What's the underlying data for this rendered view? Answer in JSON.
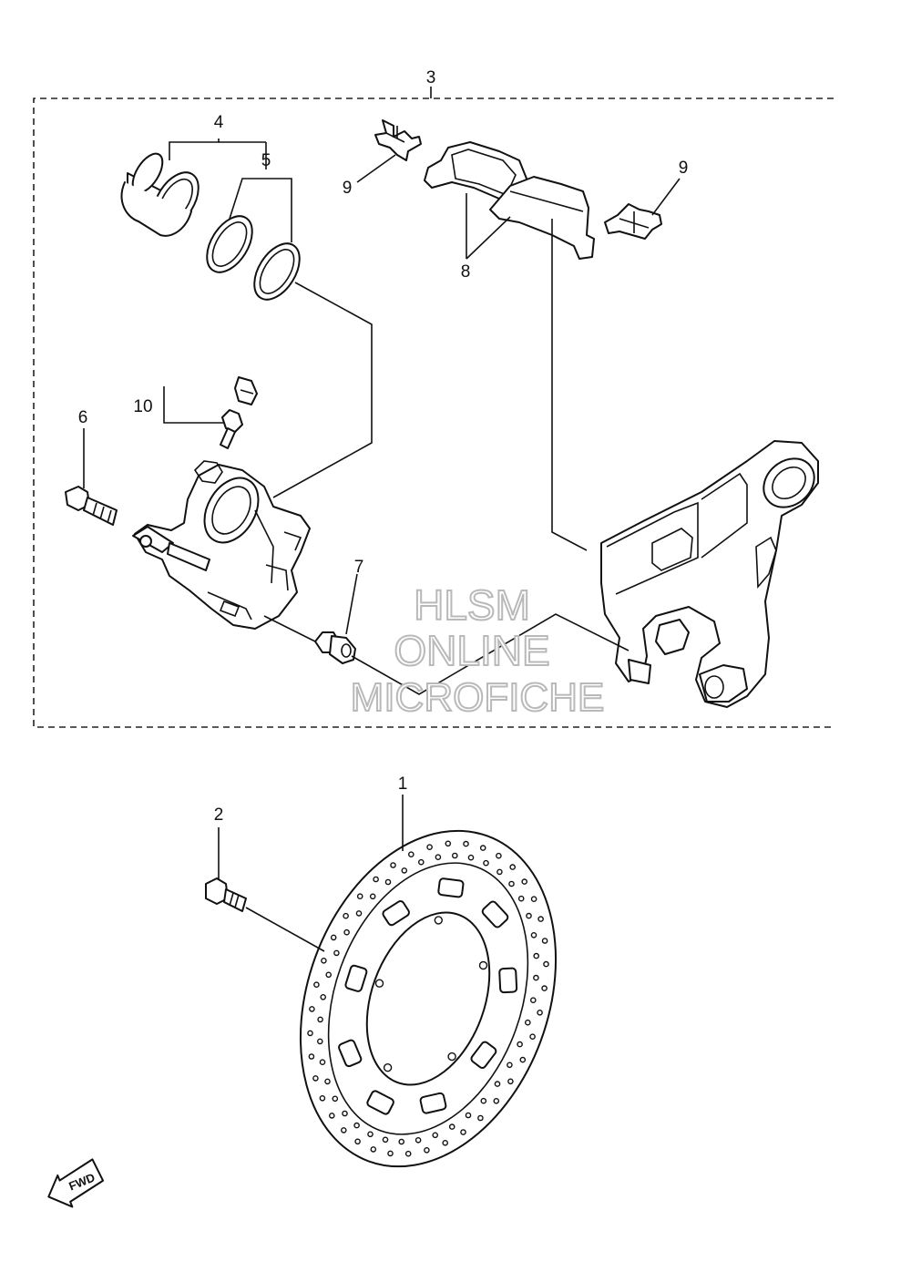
{
  "callouts": {
    "c1": "1",
    "c2": "2",
    "c3": "3",
    "c4": "4",
    "c5": "5",
    "c6": "6",
    "c7": "7",
    "c8": "8",
    "c9a": "9",
    "c9b": "9",
    "c10": "10"
  },
  "watermark": {
    "line1": "HLSM",
    "line2": "ONLINE",
    "line3": "MICROFICHE"
  },
  "direction_badge": {
    "label": "FWD"
  },
  "colors": {
    "line": "#111111",
    "watermark_outline": "#b9b9b9",
    "background": "#ffffff"
  }
}
